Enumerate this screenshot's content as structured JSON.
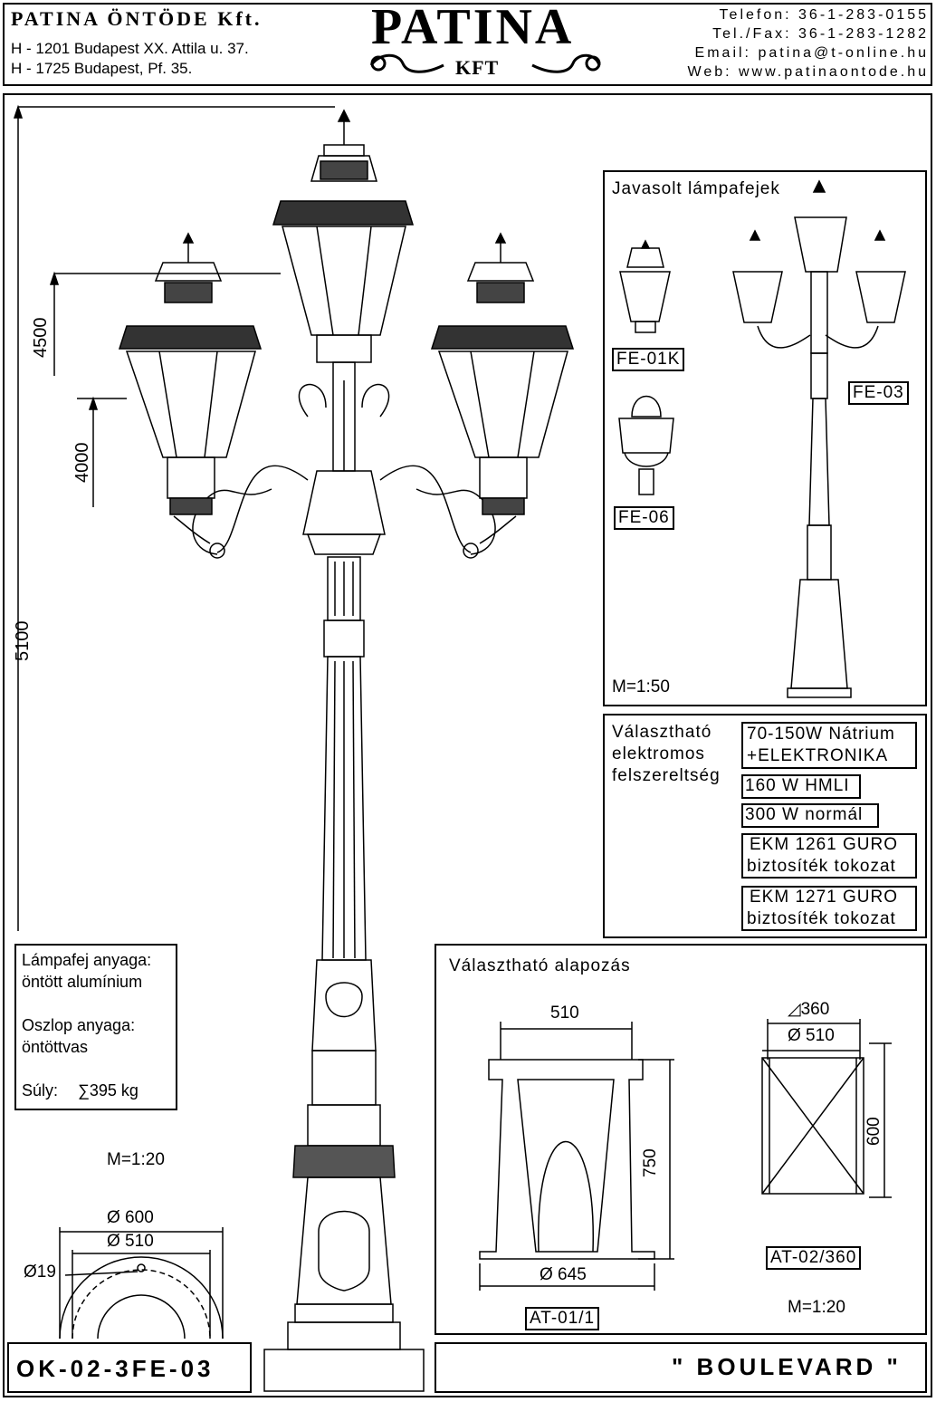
{
  "header": {
    "company": "PATINA ÖNTÖDE Kft.",
    "address1": "H - 1201 Budapest XX. Attila u. 37.",
    "address2": "H - 1725 Budapest, Pf. 35.",
    "logo_main": "PATINA",
    "logo_sub": "KFT",
    "phone": "Telefon: 36-1-283-0155",
    "fax": "Tel./Fax: 36-1-283-1282",
    "email": "Email: patina@t-online.hu",
    "web": "Web: www.patinaontode.hu"
  },
  "dimensions": {
    "total": "5100",
    "upper": "4500",
    "lower": "4000"
  },
  "lamp_heads": {
    "title": "Javasolt lámpafejek",
    "codes": [
      "FE-01K",
      "FE-06",
      "FE-03"
    ],
    "scale": "M=1:50"
  },
  "electrical": {
    "title_lines": [
      "Választható",
      "elektromos",
      "felszereltség"
    ],
    "options": [
      {
        "lines": [
          "70-150W Nátrium",
          "+ELEKTRONIKA"
        ]
      },
      {
        "lines": [
          "160 W HMLI"
        ]
      },
      {
        "lines": [
          "300 W normál"
        ]
      },
      {
        "lines": [
          "EKM 1261 GURO",
          "biztosíték tokozat"
        ]
      },
      {
        "lines": [
          "EKM 1271 GURO",
          "biztosíték tokozat"
        ]
      }
    ]
  },
  "materials": {
    "head_label": "Lámpafej anyaga:",
    "head_value": "öntött alumínium",
    "pole_label": "Oszlop anyaga:",
    "pole_value": "öntöttvas",
    "weight_label": "Súly:",
    "weight_value": "∑395 kg"
  },
  "base_plan": {
    "scale": "M=1:20",
    "d_outer": "Ø 600",
    "d_inner": "Ø 510",
    "d_bolt": "Ø19"
  },
  "foundation": {
    "title": "Választható alapozás",
    "at01_top": "510",
    "at01_height": "750",
    "at01_bottom": "Ø 645",
    "at01_code": "AT-01/1",
    "at02_square": "◿360",
    "at02_diameter": "Ø 510",
    "at02_height": "600",
    "at02_code": "AT-02/360",
    "scale": "M=1:20"
  },
  "product_code": "OK-02-3FE-03",
  "product_name": "\" BOULEVARD \""
}
